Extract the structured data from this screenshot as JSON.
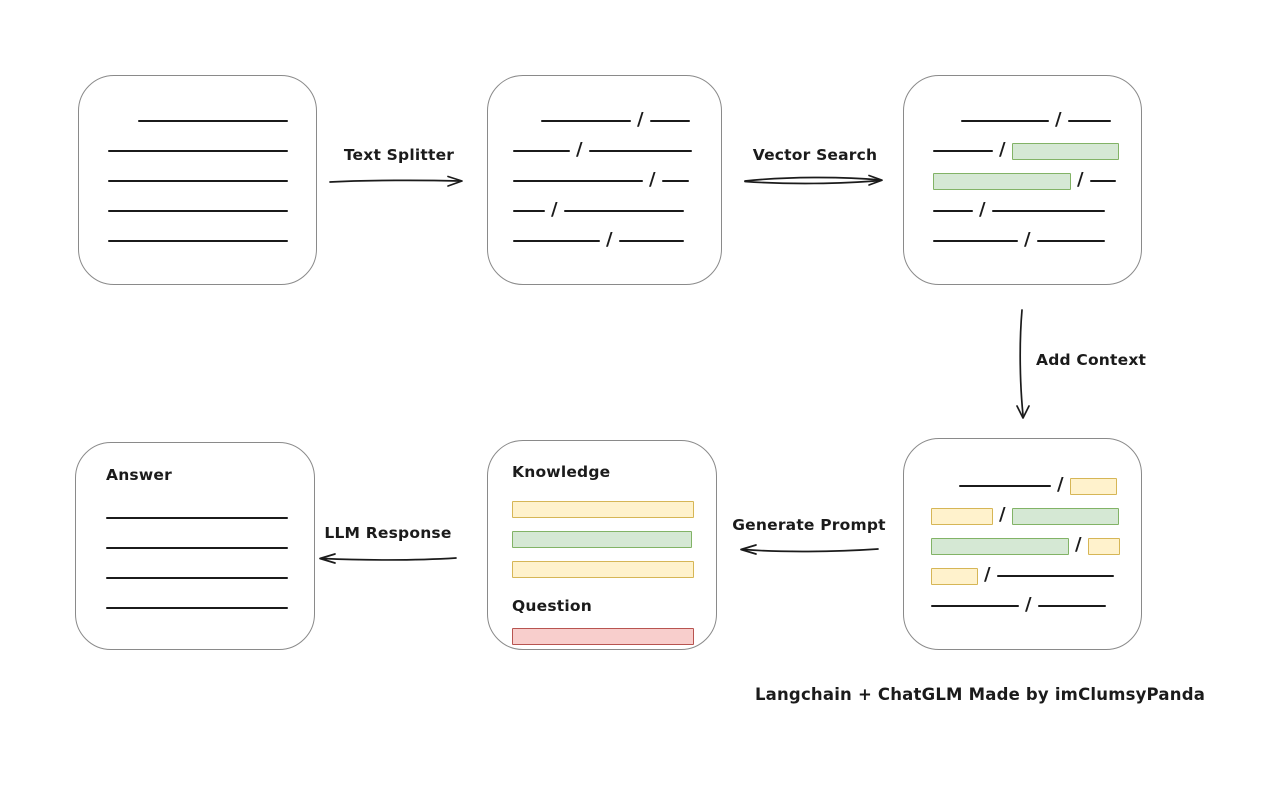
{
  "caption": "Langchain + ChatGLM Made by imClumsyPanda",
  "colors": {
    "line_color": "#1b1b1b",
    "box_border": "#8a8a8a",
    "green_fill": "#d5e8d4",
    "green_border": "#82b366",
    "yellow_fill": "#fff2cc",
    "yellow_border": "#d6b656",
    "red_fill": "#f8cecc",
    "red_border": "#b85450"
  },
  "arrows": {
    "text_splitter": {
      "label": "Text Splitter",
      "direction": "right"
    },
    "vector_search": {
      "label": "Vector Search",
      "direction": "right"
    },
    "add_context": {
      "label": "Add Context",
      "direction": "down"
    },
    "generate_prompt": {
      "label": "Generate Prompt",
      "direction": "left"
    },
    "llm_response": {
      "label": "LLM Response",
      "direction": "left"
    }
  },
  "boxes": {
    "source_document": {
      "description": "original document with text lines",
      "rows": [
        {
          "indent": 30,
          "segments": [
            {
              "kind": "line",
              "w": 150
            }
          ]
        },
        {
          "segments": [
            {
              "kind": "line",
              "w": 180
            }
          ]
        },
        {
          "segments": [
            {
              "kind": "line",
              "w": 180
            }
          ]
        },
        {
          "segments": [
            {
              "kind": "line",
              "w": 180
            }
          ]
        },
        {
          "segments": [
            {
              "kind": "line",
              "w": 180
            }
          ]
        }
      ]
    },
    "split_chunks": {
      "description": "document split into chunks by slashes",
      "rows": [
        {
          "indent": 28,
          "segments": [
            {
              "kind": "line",
              "w": 90
            },
            {
              "kind": "line",
              "w": 40
            }
          ]
        },
        {
          "segments": [
            {
              "kind": "line",
              "w": 57
            },
            {
              "kind": "line",
              "w": 103
            }
          ]
        },
        {
          "segments": [
            {
              "kind": "line",
              "w": 130
            },
            {
              "kind": "line",
              "w": 27
            }
          ]
        },
        {
          "segments": [
            {
              "kind": "line",
              "w": 32
            },
            {
              "kind": "line",
              "w": 120
            }
          ]
        },
        {
          "segments": [
            {
              "kind": "line",
              "w": 87
            },
            {
              "kind": "line",
              "w": 65
            }
          ]
        }
      ]
    },
    "vector_matched_chunks": {
      "description": "chunks with vector-search matches highlighted green",
      "rows": [
        {
          "indent": 28,
          "segments": [
            {
              "kind": "line",
              "w": 88
            },
            {
              "kind": "line",
              "w": 43
            }
          ]
        },
        {
          "segments": [
            {
              "kind": "line",
              "w": 60
            },
            {
              "kind": "green",
              "w": 107
            }
          ]
        },
        {
          "segments": [
            {
              "kind": "green",
              "w": 138
            },
            {
              "kind": "line",
              "w": 26
            }
          ]
        },
        {
          "segments": [
            {
              "kind": "line",
              "w": 40
            },
            {
              "kind": "line",
              "w": 113
            }
          ]
        },
        {
          "segments": [
            {
              "kind": "line",
              "w": 85
            },
            {
              "kind": "line",
              "w": 68
            }
          ]
        }
      ]
    },
    "context_chunks": {
      "description": "matched chunks with added context highlighted yellow",
      "rows": [
        {
          "indent": 28,
          "segments": [
            {
              "kind": "line",
              "w": 92
            },
            {
              "kind": "yellow",
              "w": 47
            }
          ]
        },
        {
          "segments": [
            {
              "kind": "yellow",
              "w": 62
            },
            {
              "kind": "green",
              "w": 107
            }
          ]
        },
        {
          "segments": [
            {
              "kind": "green",
              "w": 138
            },
            {
              "kind": "yellow",
              "w": 32
            }
          ]
        },
        {
          "segments": [
            {
              "kind": "yellow",
              "w": 47
            },
            {
              "kind": "line",
              "w": 117
            }
          ]
        },
        {
          "segments": [
            {
              "kind": "line",
              "w": 88
            },
            {
              "kind": "line",
              "w": 68
            }
          ]
        }
      ]
    },
    "prompt": {
      "knowledge_label": "Knowledge",
      "question_label": "Question",
      "knowledge_rows": [
        {
          "segments": [
            {
              "kind": "yellow",
              "w": 182
            }
          ]
        },
        {
          "segments": [
            {
              "kind": "green",
              "w": 180
            }
          ]
        },
        {
          "segments": [
            {
              "kind": "yellow",
              "w": 182
            }
          ]
        }
      ],
      "question_rows": [
        {
          "segments": [
            {
              "kind": "red",
              "w": 182
            }
          ]
        }
      ]
    },
    "answer": {
      "label": "Answer",
      "rows": [
        {
          "segments": [
            {
              "kind": "line",
              "w": 182
            }
          ]
        },
        {
          "segments": [
            {
              "kind": "line",
              "w": 182
            }
          ]
        },
        {
          "segments": [
            {
              "kind": "line",
              "w": 182
            }
          ]
        },
        {
          "segments": [
            {
              "kind": "line",
              "w": 182
            }
          ]
        }
      ]
    }
  }
}
